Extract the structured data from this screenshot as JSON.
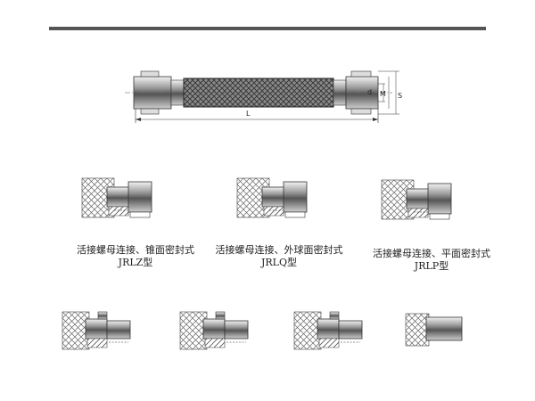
{
  "hose": {
    "dims": {
      "length": "L",
      "inner": "d",
      "middle": "M",
      "outer": "S"
    }
  },
  "fittings": [
    {
      "caption": "活接螺母连接、锥面密封式",
      "model": "JRLZ型"
    },
    {
      "caption": "活接螺母连接、外球面密封式",
      "model": "JRLQ型"
    },
    {
      "caption": "活接螺母连接、平面密封式",
      "model": "JRLP型"
    }
  ]
}
